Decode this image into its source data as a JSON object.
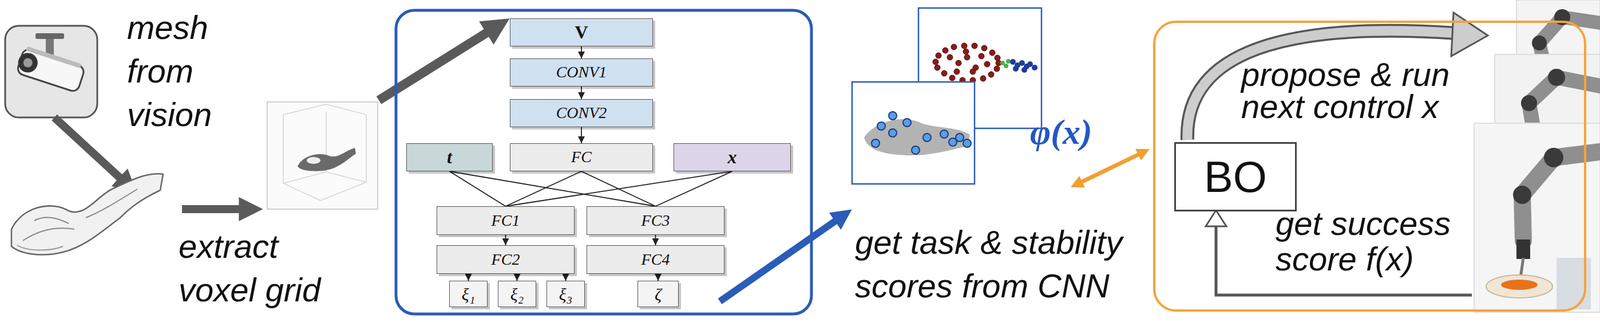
{
  "diagram": {
    "nodes": [
      {
        "text": [
          "V"
        ]
      },
      {
        "text": [
          "CONV1"
        ]
      },
      {
        "text": [
          "CONV2"
        ]
      },
      {
        "text": [
          "t"
        ]
      },
      {
        "text": [
          "FC"
        ]
      },
      {
        "text": [
          "x"
        ]
      },
      {
        "text": [
          "FC1"
        ]
      },
      {
        "text": [
          "FC3"
        ]
      },
      {
        "text": [
          "FC2"
        ]
      },
      {
        "text": [
          "FC4"
        ]
      },
      {
        "text": [
          "ξ₁"
        ]
      },
      {
        "text": [
          "ξ₂"
        ]
      },
      {
        "text": [
          "ξ₃"
        ]
      },
      {
        "text": [
          "ζ"
        ]
      },
      {
        "text": [
          "propose & run next control x",
          "get success score f(x)"
        ]
      },
      {
        "text": [
          "BO"
        ],
        "in": 14
      }
    ],
    "edges": [
      {
        "from": 0,
        "to": 1,
        "arrow": "to"
      },
      {
        "from": 1,
        "to": 2,
        "arrow": "to"
      },
      {
        "from": 2,
        "to": 4,
        "arrow": "to"
      },
      {
        "from": 3,
        "to": 6,
        "arrow": "none"
      },
      {
        "from": 3,
        "to": 7,
        "arrow": "none"
      },
      {
        "from": 4,
        "to": 6,
        "arrow": "none"
      },
      {
        "from": 4,
        "to": 7,
        "arrow": "none"
      },
      {
        "from": 5,
        "to": 6,
        "arrow": "none"
      },
      {
        "from": 5,
        "to": 7,
        "arrow": "none"
      },
      {
        "from": 6,
        "to": 8,
        "arrow": "to"
      },
      {
        "from": 7,
        "to": 9,
        "arrow": "to"
      },
      {
        "from": 8,
        "to": 10,
        "arrow": "to"
      },
      {
        "from": 8,
        "to": 11,
        "arrow": "to"
      },
      {
        "from": 8,
        "to": 12,
        "arrow": "to"
      },
      {
        "from": 9,
        "to": 13,
        "arrow": "to"
      }
    ],
    "labels": [
      "mesh from vision",
      "extract voxel grid",
      "get task & stability scores from CNN",
      "φ(x)"
    ]
  }
}
